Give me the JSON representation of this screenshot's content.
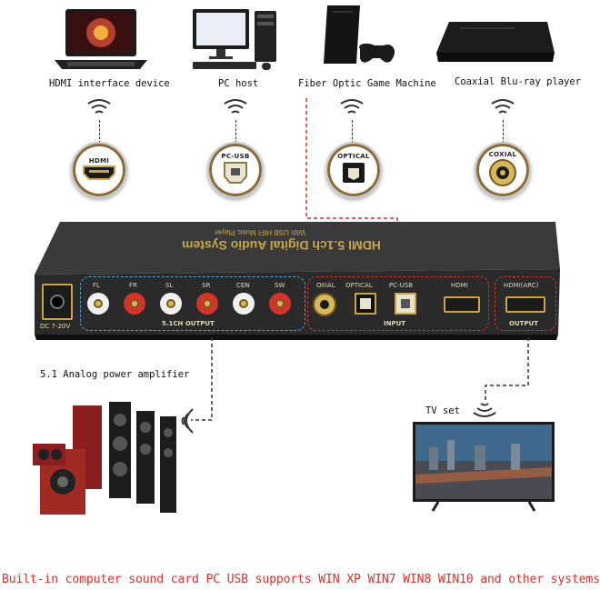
{
  "devices": {
    "hdmi_device": "HDMI interface device",
    "pc_host": "PC host",
    "game_machine": "Fiber Optic Game Machine",
    "bluray": "Coaxial Blu-ray player"
  },
  "inputs": {
    "hdmi": "HDMI",
    "pc_usb": "PC-USB",
    "optical": "OPTICAL",
    "coaxial": "COXIAL"
  },
  "unit": {
    "title": "HDMI 5.1ch Digital Audio System",
    "subtitle": "With USB HIFI Music Player",
    "power": "DC 7-20V",
    "channels": [
      "FL",
      "FR",
      "SL",
      "SR",
      "CEN",
      "SW"
    ],
    "output_51_label": "5.1CH OUTPUT",
    "in_coaxial": "OXIAL",
    "in_optical": "OPTICAL",
    "in_pcusb": "PC-USB",
    "in_hdmi": "HDMI",
    "input_label": "INPUT",
    "out_hdmi": "HDMI(ARC)",
    "output_label": "OUTPUT"
  },
  "amplifier_label": "5.1 Analog power amplifier",
  "tv_label": "TV set",
  "footer": "Built-in computer sound card PC USB supports WIN XP WIN7 WIN8 WIN10 and other systems",
  "colors": {
    "accent_red": "#d2342c",
    "gold": "#c9a548",
    "unit_body": "#2b2b2b"
  }
}
